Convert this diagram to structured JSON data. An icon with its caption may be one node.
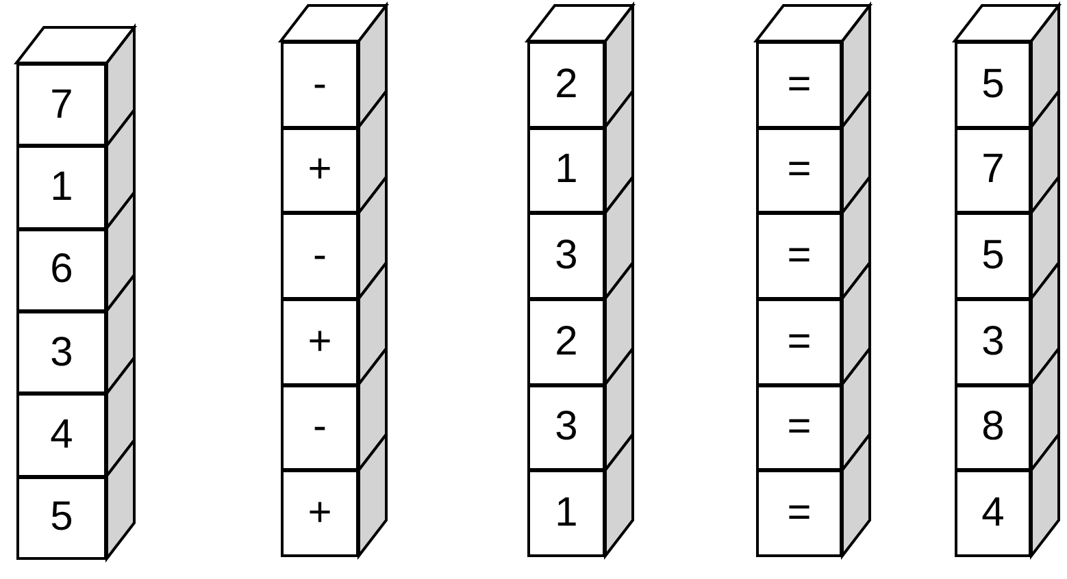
{
  "diagram": {
    "nodes": [
      {
        "text": [
          "7"
        ]
      },
      {
        "text": [
          "1"
        ]
      },
      {
        "text": [
          "6"
        ]
      },
      {
        "text": [
          "3"
        ]
      },
      {
        "text": [
          "4"
        ]
      },
      {
        "text": [
          "5"
        ]
      },
      {
        "text": [
          "-"
        ]
      },
      {
        "text": [
          "+"
        ]
      },
      {
        "text": [
          "-"
        ]
      },
      {
        "text": [
          "+"
        ]
      },
      {
        "text": [
          "-"
        ]
      },
      {
        "text": [
          "+"
        ]
      },
      {
        "text": [
          "2"
        ]
      },
      {
        "text": [
          "1"
        ]
      },
      {
        "text": [
          "3"
        ]
      },
      {
        "text": [
          "2"
        ]
      },
      {
        "text": [
          "3"
        ]
      },
      {
        "text": [
          "1"
        ]
      },
      {
        "text": [
          "="
        ]
      },
      {
        "text": [
          "="
        ]
      },
      {
        "text": [
          "="
        ]
      },
      {
        "text": [
          "="
        ]
      },
      {
        "text": [
          "="
        ]
      },
      {
        "text": [
          "="
        ]
      },
      {
        "text": [
          "5"
        ]
      },
      {
        "text": [
          "7"
        ]
      },
      {
        "text": [
          "5"
        ]
      },
      {
        "text": [
          "3"
        ]
      },
      {
        "text": [
          "8"
        ]
      },
      {
        "text": [
          "4"
        ]
      }
    ]
  }
}
